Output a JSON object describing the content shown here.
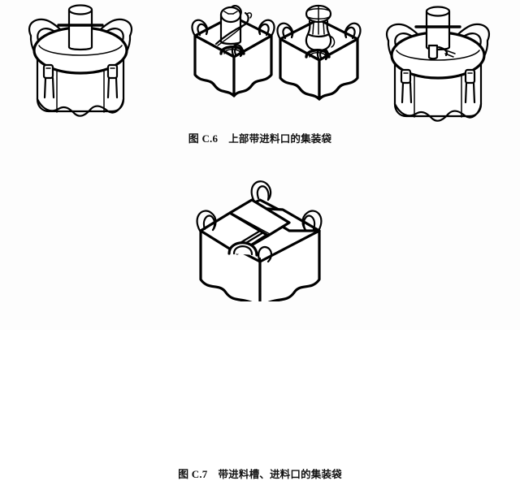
{
  "document": {
    "page_background": "#ffffff",
    "ink_color": "#000000",
    "figures": [
      {
        "id": "C.6",
        "caption_id": "图 C.6",
        "caption_text": "上部带进料口的集装袋",
        "illustration_count": 4,
        "illustrations": [
          {
            "name": "round-bag-open-spout",
            "body_shape": "cylindrical",
            "top_feature": "open filling spout with tie bar",
            "lift_loops": 2
          },
          {
            "name": "square-bag-corded-spout",
            "body_shape": "square",
            "top_feature": "filling spout with diagonal drawcord",
            "lift_loops": 4
          },
          {
            "name": "square-bag-cinched-spout",
            "body_shape": "square",
            "top_feature": "gathered and tied filling spout",
            "lift_loops": 4
          },
          {
            "name": "round-bag-tied-spout",
            "body_shape": "cylindrical",
            "top_feature": "filling spout with tie bar and flap",
            "lift_loops": 2
          }
        ]
      },
      {
        "id": "C.7",
        "caption_id": "图 C.7",
        "caption_text": "带进料槽、进料口的集装袋",
        "illustration_count": 1,
        "illustrations": [
          {
            "name": "square-bag-with-filling-chute",
            "body_shape": "square",
            "top_feature": "filling chute/trough across top with filling port",
            "lift_loops": 4
          }
        ]
      }
    ]
  }
}
